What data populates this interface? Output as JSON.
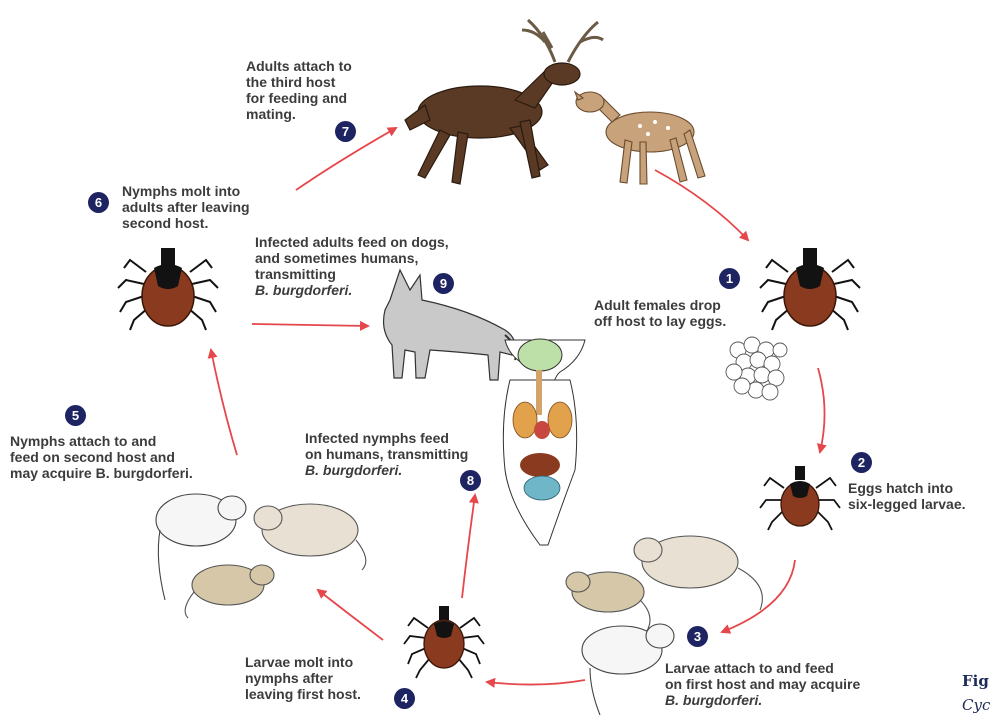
{
  "colors": {
    "arrow": "#e5474b",
    "badge": "#1e2461",
    "tick_body": "#8a3b1f",
    "tick_dark": "#121212"
  },
  "steps": [
    {
      "num": "1",
      "lines": [
        "Adult females drop",
        "off host to lay eggs."
      ],
      "italic_line": null
    },
    {
      "num": "2",
      "lines": [
        "Eggs hatch into",
        "six-legged larvae."
      ],
      "italic_line": null
    },
    {
      "num": "3",
      "lines": [
        "Larvae attach to and feed",
        "on first host and may acquire",
        "B. burgdorferi."
      ],
      "italic_line": 2
    },
    {
      "num": "4",
      "lines": [
        "Larvae molt into",
        "nymphs after",
        "leaving first host."
      ],
      "italic_line": null
    },
    {
      "num": "5",
      "lines": [
        "Nymphs attach to and",
        "feed on second host and",
        "may acquire B. burgdorferi."
      ],
      "italic_line": null
    },
    {
      "num": "6",
      "lines": [
        "Nymphs molt into",
        "adults after leaving",
        "second host."
      ],
      "italic_line": null
    },
    {
      "num": "7",
      "lines": [
        "Adults attach to",
        "the third host",
        "for feeding and",
        "mating."
      ],
      "italic_line": null
    },
    {
      "num": "8",
      "lines": [
        "Infected nymphs feed",
        "on humans, transmitting",
        "B. burgdorferi."
      ],
      "italic_line": 2
    },
    {
      "num": "9",
      "lines": [
        "Infected adults feed on dogs,",
        "and sometimes humans,",
        "transmitting",
        "B. burgdorferi."
      ],
      "italic_line": 3
    }
  ],
  "caption": {
    "fig": "Fig",
    "cyc": "Cyc"
  },
  "icons": [
    "deer-icon",
    "fawn-icon",
    "tick-icon",
    "eggs-icon",
    "mouse-icon",
    "dog-icon",
    "human-organs-icon"
  ]
}
